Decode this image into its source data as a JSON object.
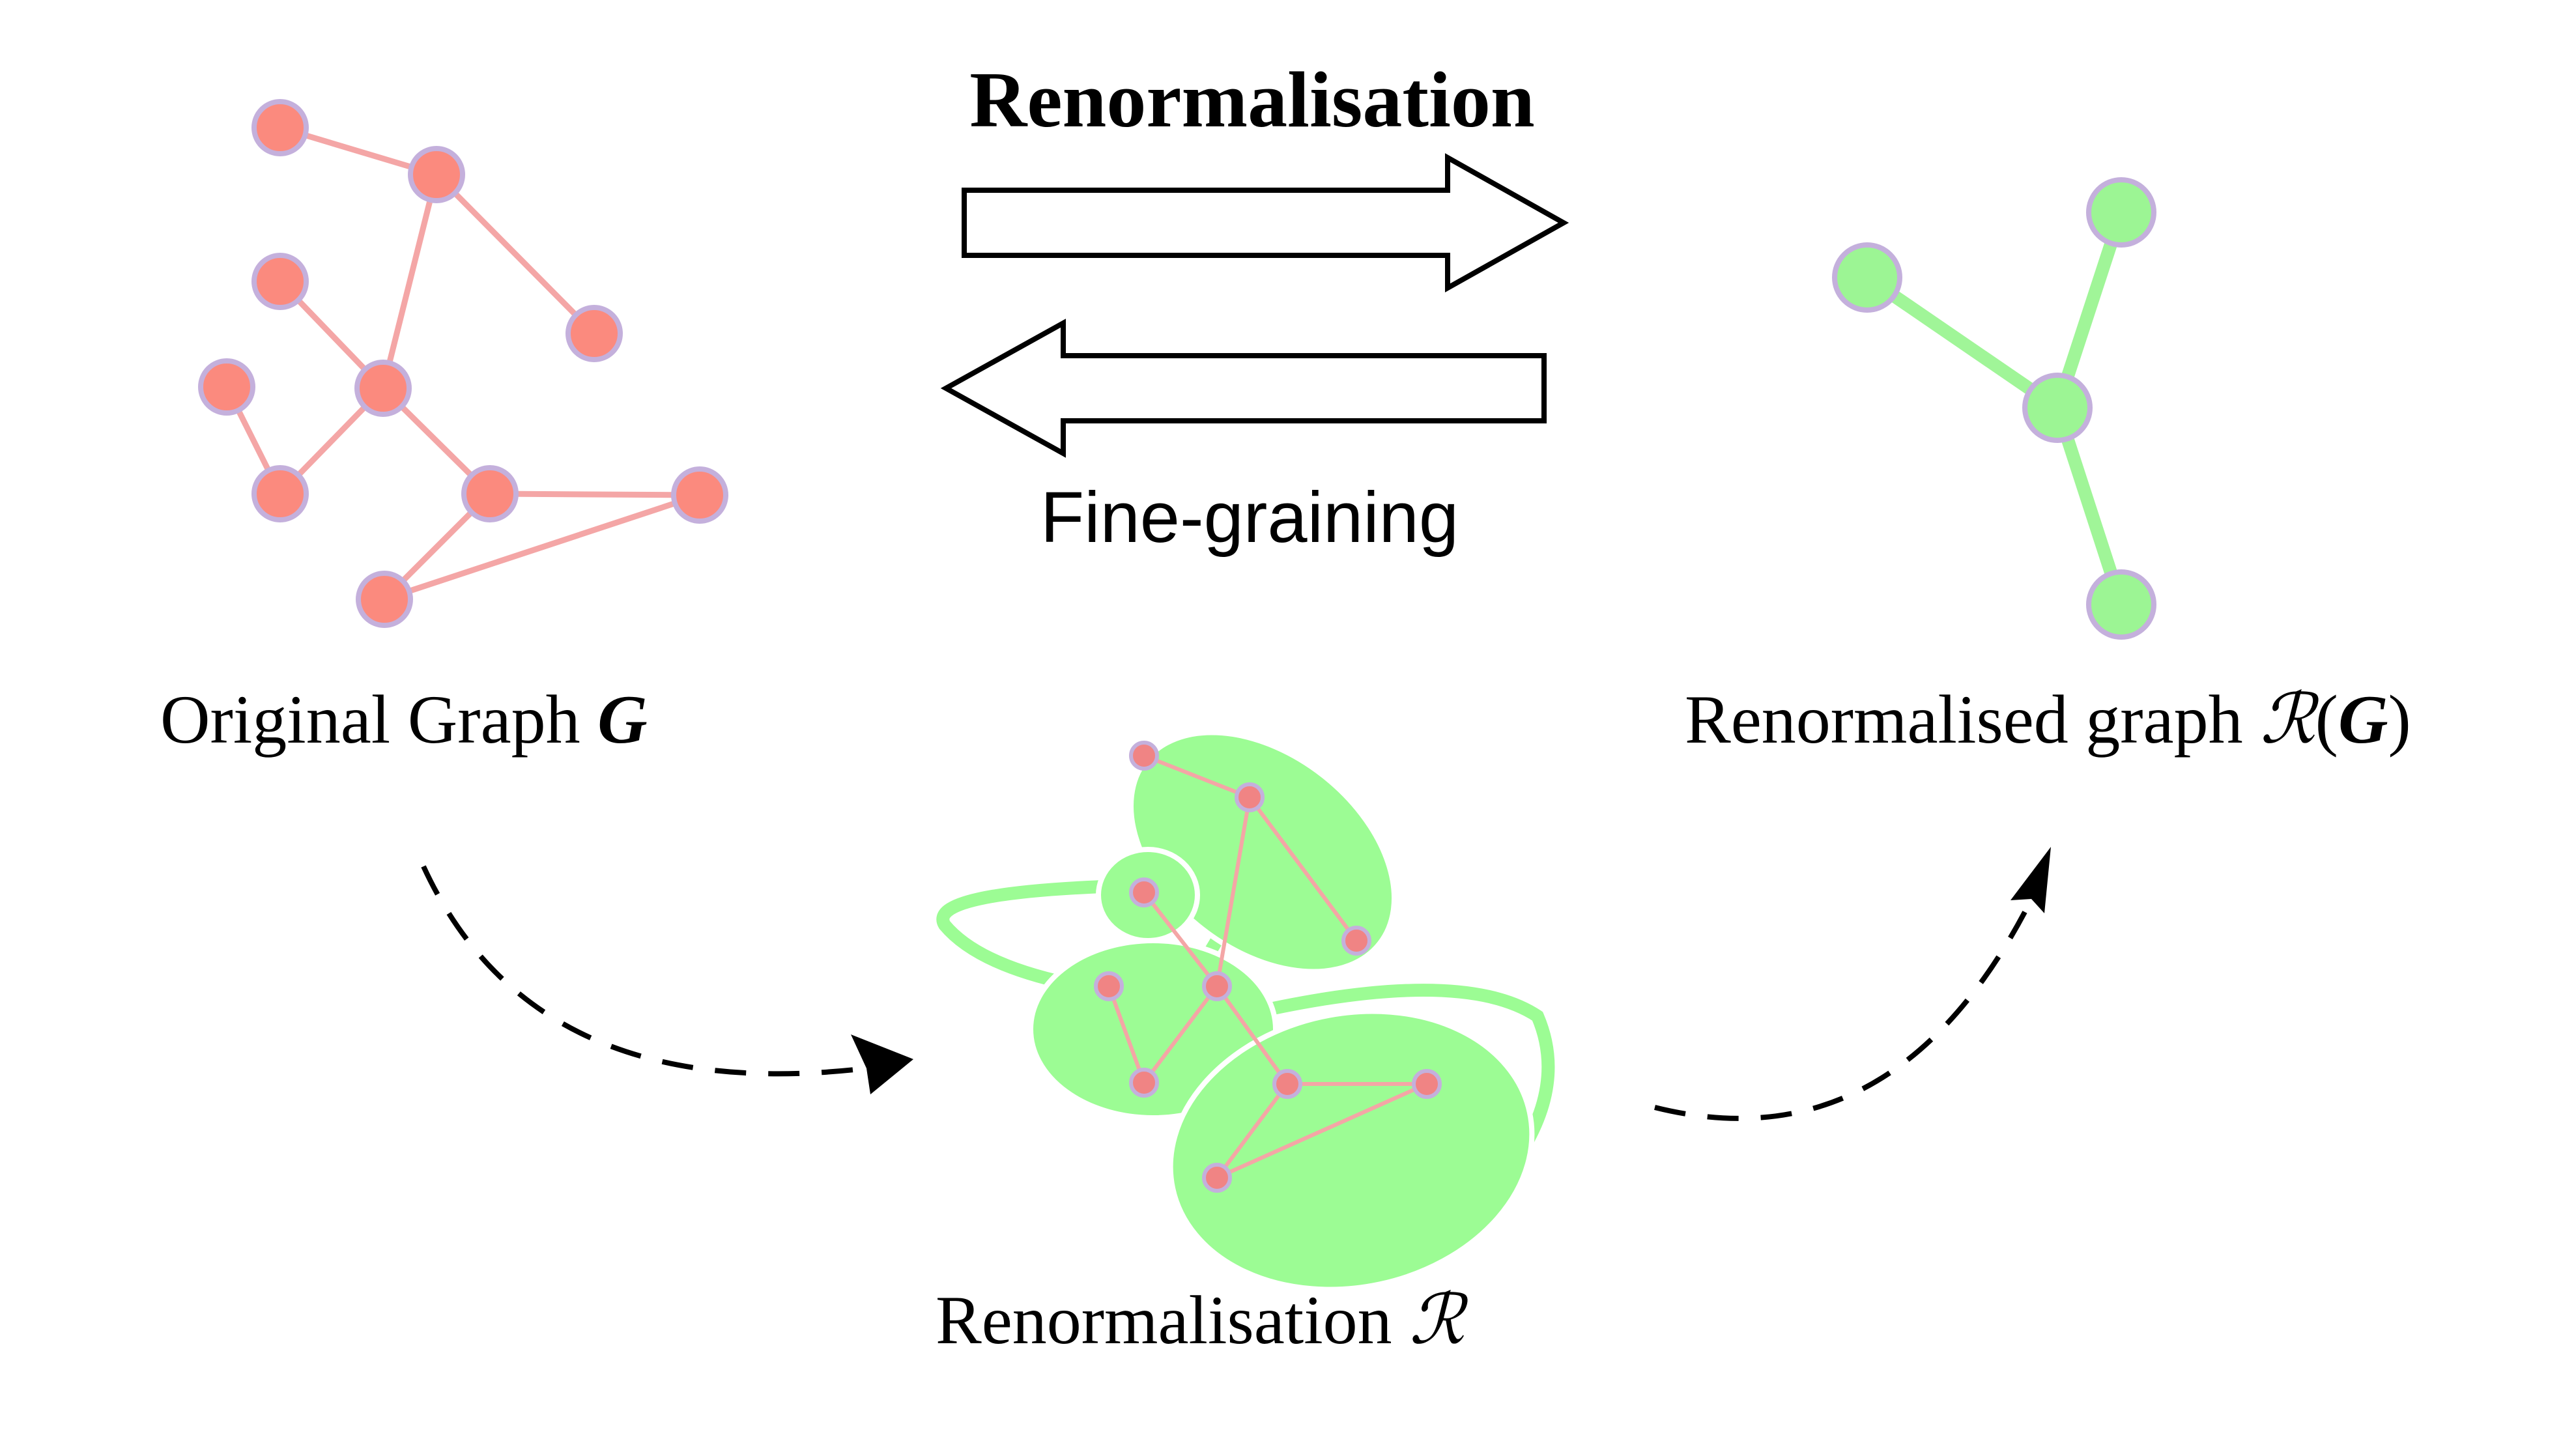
{
  "colors": {
    "node_fill": "#fb8a7e",
    "node_stroke": "#c4b0dc",
    "edge_original": "#f4a6a6",
    "green_fill": "#9cfc94",
    "green_node": "#9cf594",
    "green_edge": "#a0f598",
    "small_node_fill": "#f08484",
    "arrow_stroke": "#000000",
    "text": "#000000"
  },
  "labels": {
    "top_title": "Renormalisation",
    "fine_graining": "Fine-graining",
    "original_prefix": "Original Graph ",
    "original_symbol": "G",
    "renormalised_prefix": "Renormalised graph ",
    "renormalised_script": "ℛ",
    "renormalised_open": "(",
    "renormalised_symbol": "G",
    "renormalised_close": ")",
    "bottom_prefix": "Renormalisation ",
    "bottom_script": "ℛ"
  },
  "icons": {
    "forward_arrow": "hollow-right-arrow-icon",
    "backward_arrow": "hollow-left-arrow-icon",
    "curve_arrow_left": "dashed-curved-arrow-icon",
    "curve_arrow_right": "dashed-curved-arrow-icon"
  }
}
